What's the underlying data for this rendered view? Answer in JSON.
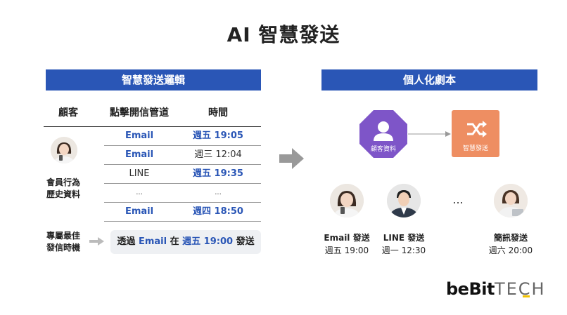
{
  "title": "AI 智慧發送",
  "left_panel": {
    "header": "智慧發送邏輯",
    "columns": [
      "顧客",
      "點擊開信管道",
      "時間"
    ],
    "rows": [
      {
        "channel": "Email",
        "time": "週五 19:05",
        "channel_bold": true,
        "time_bold": true
      },
      {
        "channel": "Email",
        "time": "週三 12:04",
        "channel_bold": true,
        "time_bold": false
      },
      {
        "channel": "LINE",
        "time": "週五 19:35",
        "channel_bold": false,
        "time_bold": true
      },
      {
        "channel": "...",
        "time": "...",
        "channel_bold": false,
        "time_bold": false
      },
      {
        "channel": "Email",
        "time": "週四 18:50",
        "channel_bold": true,
        "time_bold": true
      }
    ],
    "customer_label_line1": "會員行為",
    "customer_label_line2": "歷史資料",
    "best_time_label_line1": "專屬最佳",
    "best_time_label_line2": "發信時機",
    "summary": {
      "prefix": "透過 ",
      "channel": "Email",
      "mid": " 在 ",
      "time": "週五 19:00",
      "suffix": " 發送"
    }
  },
  "right_panel": {
    "header": "個人化劇本",
    "node_customer": "顧客資料",
    "node_send": "智慧發送",
    "personas": [
      {
        "channel": "Email 發送",
        "time": "週五 19:00"
      },
      {
        "channel": "LINE 發送",
        "time": "週一 12:30"
      },
      {
        "channel": "簡訊發送",
        "time": "週六 20:00"
      }
    ],
    "ellipsis": "..."
  },
  "logo": {
    "part1": "beBit",
    "part2": "TECH"
  },
  "colors": {
    "blue": "#2a56b6",
    "purple": "#7e55c8",
    "orange": "#ee8e62",
    "arrow_gray": "#999999",
    "logo_yellow": "#f2c200"
  }
}
